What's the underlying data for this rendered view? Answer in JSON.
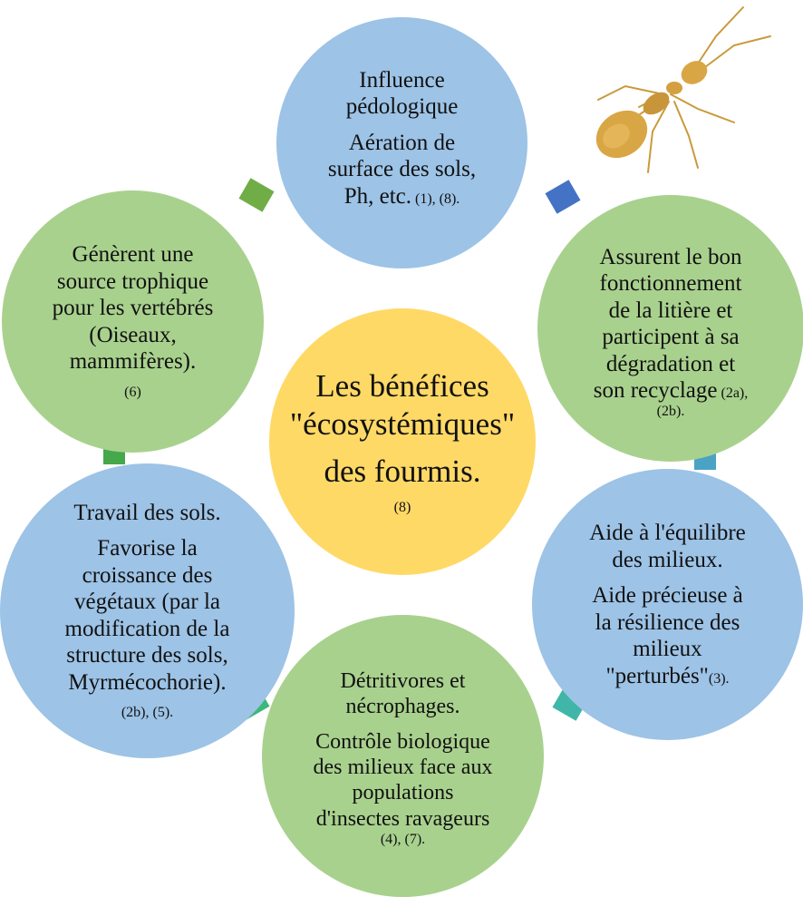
{
  "colors": {
    "blue_circle": "#9dc3e6",
    "green_circle": "#a9d18e",
    "center_circle": "#ffd966",
    "connector_top_right": "#4472c4",
    "connector_right": "#4aa3c5",
    "connector_bottom_right": "#3fb6a8",
    "connector_bottom_left": "#3cb878",
    "connector_left": "#45a84a",
    "connector_top_left": "#70ad47"
  },
  "icons": {
    "decoration": "ant-icon"
  },
  "center": {
    "line1": "Les bénéfices",
    "line2": "\"écosystémiques\"",
    "line3": "des fourmis.",
    "ref": "(8)"
  },
  "top": {
    "title1": "Influence",
    "title2": "pédologique",
    "body1": "Aération de",
    "body2": "surface des sols,",
    "body3": "Ph, etc.",
    "ref": "(1), (8)."
  },
  "top_right": {
    "line1": "Assurent le bon",
    "line2": "fonctionnement",
    "line3": "de la litière et",
    "line4": "participent à sa",
    "line5": "dégradation et",
    "line6": "son recyclage",
    "ref1": "(2a),",
    "ref2": "(2b)."
  },
  "bottom_right": {
    "title1": "Aide à l'équilibre",
    "title2": "des milieux.",
    "body1": "Aide précieuse à",
    "body2": "la résilience des",
    "body3": "milieux",
    "body4": "\"perturbés\"",
    "ref": "(3)."
  },
  "bottom": {
    "title1": "Détritivores et",
    "title2": "nécrophages.",
    "body1": "Contrôle biologique",
    "body2": "des milieux face aux",
    "body3": "populations",
    "body4": "d'insectes ravageurs",
    "ref": "(4), (7)."
  },
  "bottom_left": {
    "title": "Travail des sols.",
    "body1": "Favorise la",
    "body2": "croissance des",
    "body3": "végétaux (par la",
    "body4": "modification de la",
    "body5": "structure des sols,",
    "body6": "Myrmécochorie).",
    "ref": "(2b), (5)."
  },
  "top_left": {
    "line1": "Génèrent une",
    "line2": "source trophique",
    "line3": "pour les vertébrés",
    "line4": "(Oiseaux,",
    "line5": "mammifères).",
    "ref": "(6)"
  }
}
